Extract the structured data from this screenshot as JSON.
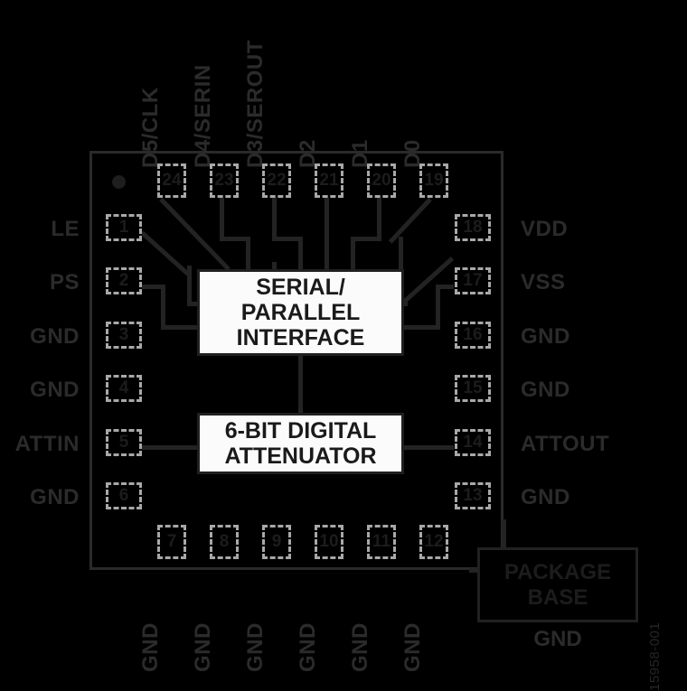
{
  "figure": {
    "number": "15958-001",
    "pin1_indicator": "pin1-dot"
  },
  "blocks": {
    "interface": {
      "line1": "SERIAL/",
      "line2": "PARALLEL",
      "line3": "INTERFACE"
    },
    "attenuator": {
      "line1": "6-BIT DIGITAL",
      "line2": "ATTENUATOR"
    },
    "package_base": {
      "line1": "PACKAGE",
      "line2": "BASE",
      "ground_label": "GND"
    }
  },
  "pins": {
    "left": [
      {
        "number": "1",
        "label": "LE"
      },
      {
        "number": "2",
        "label": "PS"
      },
      {
        "number": "3",
        "label": "GND"
      },
      {
        "number": "4",
        "label": "GND"
      },
      {
        "number": "5",
        "label": "ATTIN"
      },
      {
        "number": "6",
        "label": "GND"
      }
    ],
    "bottom": [
      {
        "number": "7",
        "label": "GND"
      },
      {
        "number": "8",
        "label": "GND"
      },
      {
        "number": "9",
        "label": "GND"
      },
      {
        "number": "10",
        "label": "GND"
      },
      {
        "number": "11",
        "label": "GND"
      },
      {
        "number": "12",
        "label": "GND"
      }
    ],
    "right": [
      {
        "number": "13",
        "label": "GND"
      },
      {
        "number": "14",
        "label": "ATTOUT"
      },
      {
        "number": "15",
        "label": "GND"
      },
      {
        "number": "16",
        "label": "GND"
      },
      {
        "number": "17",
        "label": "VSS"
      },
      {
        "number": "18",
        "label": "VDD"
      }
    ],
    "top": [
      {
        "number": "19",
        "label": "D0"
      },
      {
        "number": "20",
        "label": "D1"
      },
      {
        "number": "21",
        "label": "D2"
      },
      {
        "number": "22",
        "label": "D3/SEROUT"
      },
      {
        "number": "23",
        "label": "D4/SERIN"
      },
      {
        "number": "24",
        "label": "D5/CLK"
      }
    ]
  },
  "colors": {
    "background": "#000000",
    "pad_border": "#a8a8a8",
    "outline": "#2a2a2a",
    "wire": "#232323",
    "block_fill": "#fbfbfb",
    "label_text": "#2b2b2b"
  }
}
